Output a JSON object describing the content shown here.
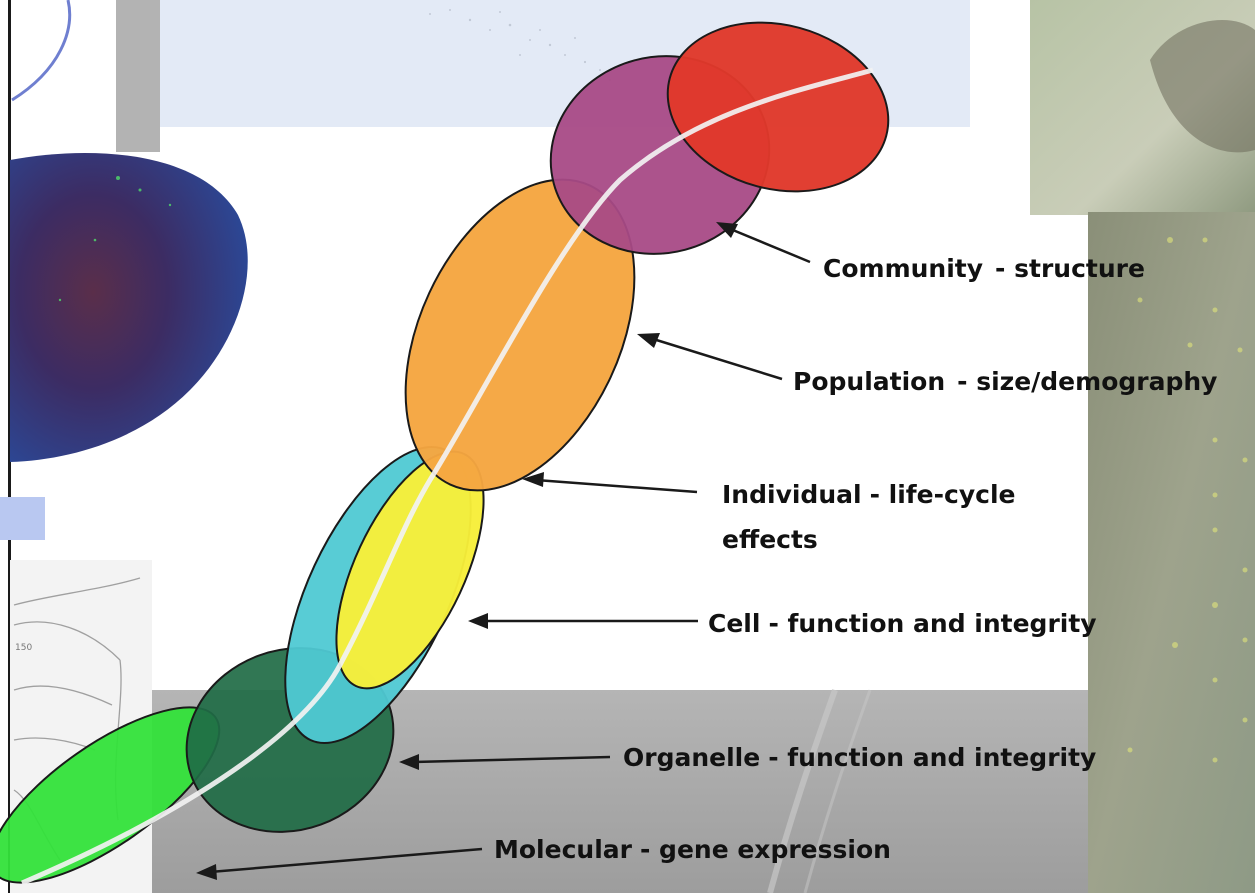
{
  "diagram": {
    "levels": [
      {
        "name": "Community",
        "detail": "- structure",
        "color": "#e0392b"
      },
      {
        "name": "Population",
        "detail": "- size/demography",
        "color": "#f5a641"
      },
      {
        "name": "Individual",
        "detail": "- life-cycle",
        "detail_line2": "effects",
        "color": "#f7ee3a"
      },
      {
        "name": "Cell",
        "detail": "- function and integrity",
        "color": "#4fc9d3"
      },
      {
        "name": "Organelle",
        "detail": "- function and integrity",
        "color": "#3a8a5a"
      },
      {
        "name": "Molecular",
        "detail": "- gene expression",
        "color": "#33e23a"
      }
    ],
    "extra_colors": {
      "community_overlap": "#a84a86",
      "organelle_dark": "#1f6b45",
      "background_panel": "#e3eaf6",
      "gray_band": "#a8a8a8"
    },
    "scale_tick": "150"
  }
}
